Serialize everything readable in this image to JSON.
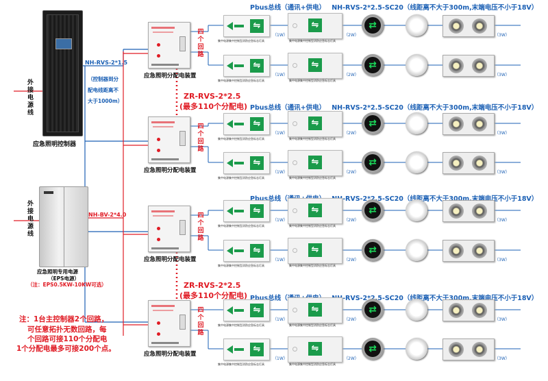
{
  "bus_label": "Pbus总线（通讯+供电）",
  "cable_spec": "NH-RVS-2*2.5-SC20（线距离不大于300m,末端电压不小于18V）",
  "controller": {
    "cable": "NH-RVS-2*1.5",
    "note": [
      "（控制器到分",
      "配电线距离不",
      "大于1000m）"
    ],
    "caption": "应急照明控制器",
    "power_in": [
      "外",
      "接",
      "电",
      "源",
      "线"
    ]
  },
  "eps": {
    "cable": "NH-BV-2*4.0",
    "caption1": "应急照明专用电源",
    "caption2": "（EPS电源）",
    "caption3": "（注：EPS0.5KW-10KW可选）",
    "power_in": [
      "外",
      "接",
      "电",
      "源",
      "线"
    ]
  },
  "distribution_box": {
    "caption": "应急照明分配电装置",
    "loops_vertical": [
      "四",
      "个",
      "回",
      "路"
    ]
  },
  "trunk_note": {
    "line1": "ZR-RVS-2*2.5",
    "line2": "(最多110个分配电)"
  },
  "note": {
    "line1": "注：1台主控制器2个回路，",
    "line2": "可任意拓扑无数回路，每",
    "line3": "个回路可接110个分配电",
    "line4": "1个分配电最多可接200个点。"
  },
  "device_power": {
    "sign": "（1W）",
    "exit": "（2W）",
    "lamp": "（3W）"
  },
  "device_caption": "集中电源集中控制型消防应急标志灯具",
  "colors": {
    "blue": "#1a5fb4",
    "red": "#e01b24",
    "green": "#1b9b4b"
  }
}
